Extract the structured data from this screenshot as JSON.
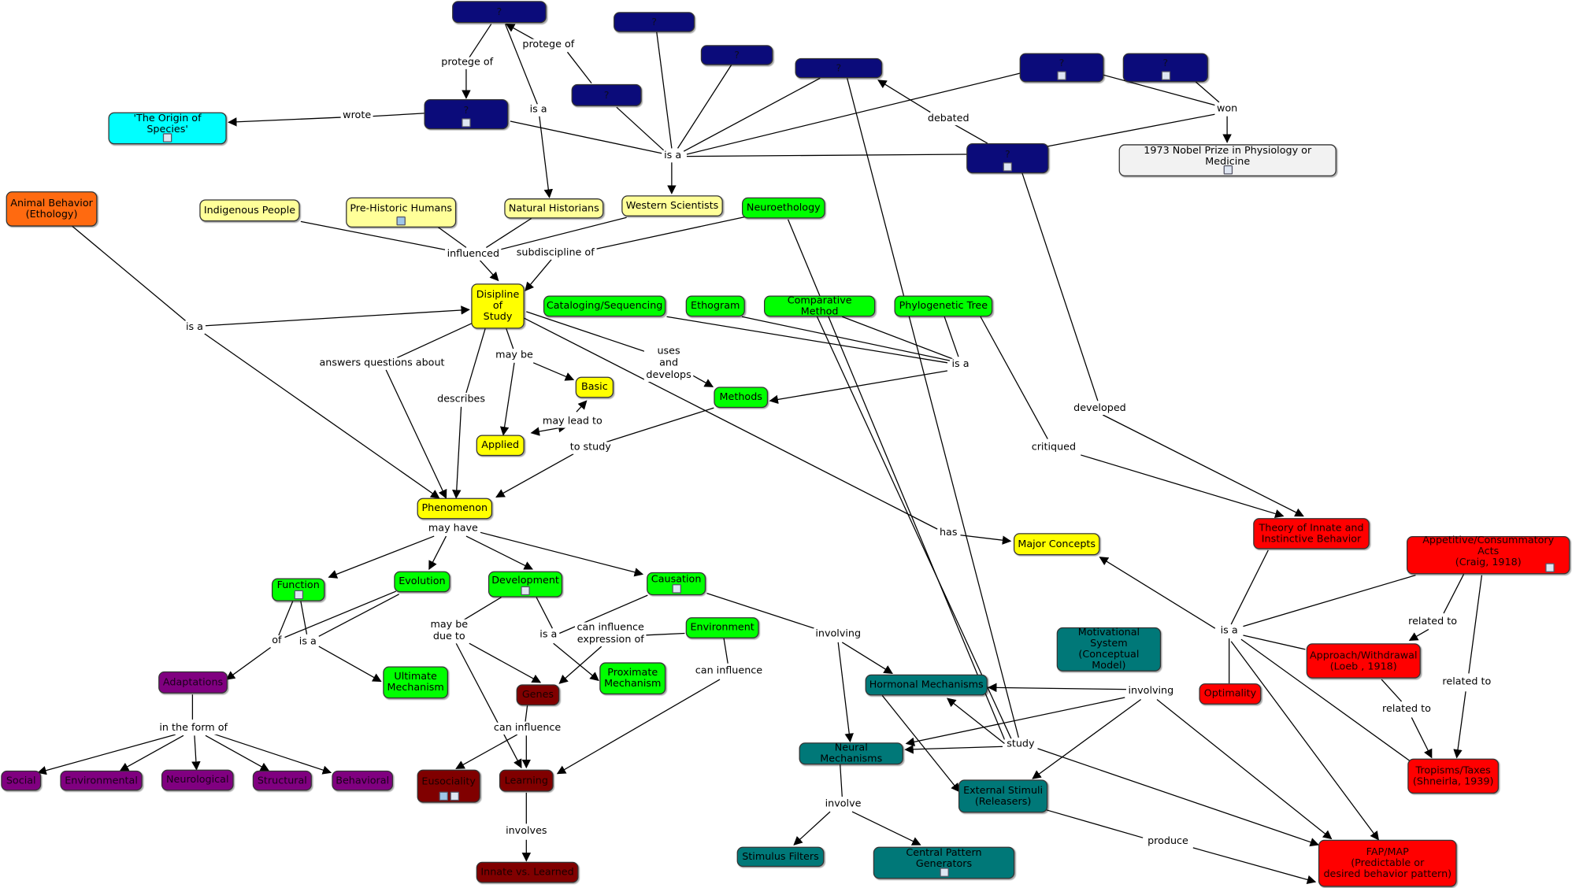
{
  "nodes": {
    "uk_scientist_top": {
      "text": "?",
      "color": "navy"
    },
    "darwin": {
      "text": "?",
      "color": "navy"
    },
    "origin": {
      "text": "'The Origin of Species'",
      "color": "cyan"
    },
    "navy_a": {
      "text": "?",
      "color": "navy"
    },
    "navy_b": {
      "text": "?",
      "color": "navy"
    },
    "navy_c": {
      "text": "?",
      "color": "navy"
    },
    "navy_d": {
      "text": "?",
      "color": "navy"
    },
    "navy_e": {
      "text": "?",
      "color": "navy"
    },
    "navy_f": {
      "text": "?",
      "color": "navy"
    },
    "navy_g": {
      "text": "?",
      "color": "navy"
    },
    "nobel": {
      "text": "1973 Nobel Prize in Physiology or Medicine",
      "color": "white"
    },
    "animal_behavior": {
      "text": "Animal Behavior\n(Ethology)",
      "color": "orange"
    },
    "indigenous": {
      "text": "Indigenous People",
      "color": "lyellow"
    },
    "prehistoric": {
      "text": "Pre-Historic Humans",
      "color": "lyellow"
    },
    "naturalists": {
      "text": "Natural Historians",
      "color": "lyellow"
    },
    "western": {
      "text": "Western Scientists",
      "color": "lyellow"
    },
    "neuroethology": {
      "text": "Neuroethology",
      "color": "green"
    },
    "discipline": {
      "text": "Disipline\nof\nStudy",
      "color": "yellow"
    },
    "cataloging": {
      "text": "Cataloging/Sequencing",
      "color": "green"
    },
    "ethogram": {
      "text": "Ethogram",
      "color": "green"
    },
    "comparative": {
      "text": "Comparative Method",
      "color": "green"
    },
    "phylo": {
      "text": "Phylogenetic Tree",
      "color": "green"
    },
    "basic": {
      "text": "Basic",
      "color": "yellow"
    },
    "methods": {
      "text": "Methods",
      "color": "green"
    },
    "applied": {
      "text": "Applied",
      "color": "yellow"
    },
    "phenomenon": {
      "text": "Phenomenon",
      "color": "yellow"
    },
    "major": {
      "text": "Major Concepts",
      "color": "yellow"
    },
    "theory": {
      "text": "Theory of Innate and\nInstinctive Behavior",
      "color": "red"
    },
    "appetitive": {
      "text": "Appetitive/Consummatory Acts\n(Craig, 1918)",
      "color": "red"
    },
    "function": {
      "text": "Function",
      "color": "green"
    },
    "evolution": {
      "text": "Evolution",
      "color": "green"
    },
    "development": {
      "text": "Development",
      "color": "green"
    },
    "causation": {
      "text": "Causation",
      "color": "green"
    },
    "environment": {
      "text": "Environment",
      "color": "green"
    },
    "motivational": {
      "text": "Motivational\nSystem\n(Conceptual Model)",
      "color": "teal"
    },
    "approach": {
      "text": "Approach/Withdrawal\n(Loeb , 1918)",
      "color": "red"
    },
    "adaptations": {
      "text": "Adaptations",
      "color": "purple"
    },
    "ultimate": {
      "text": "Ultimate\nMechanism",
      "color": "green"
    },
    "genes": {
      "text": "Genes",
      "color": "maroon"
    },
    "proximate": {
      "text": "Proximate\nMechanism",
      "color": "green"
    },
    "hormonal": {
      "text": "Hormonal Mechanisms",
      "color": "teal"
    },
    "optimality": {
      "text": "Optimality",
      "color": "red"
    },
    "neural": {
      "text": "Neural Mechanisms",
      "color": "teal"
    },
    "external": {
      "text": "External Stimuli\n(Releasers)",
      "color": "teal"
    },
    "tropisms": {
      "text": "Tropisms/Taxes\n(Shneirla, 1939)",
      "color": "red"
    },
    "social": {
      "text": "Social",
      "color": "purple"
    },
    "environmental": {
      "text": "Environmental",
      "color": "purple"
    },
    "neurological": {
      "text": "Neurological",
      "color": "purple"
    },
    "structural": {
      "text": "Structural",
      "color": "purple"
    },
    "behavioral": {
      "text": "Behavioral",
      "color": "purple"
    },
    "eusociality": {
      "text": "Eusociality",
      "color": "maroon"
    },
    "learning": {
      "text": "Learning",
      "color": "maroon"
    },
    "innate_learned": {
      "text": "Innate vs. Learned",
      "color": "maroon"
    },
    "stimulus": {
      "text": "Stimulus Filters",
      "color": "teal"
    },
    "cpg": {
      "text": "Central Pattern Generators",
      "color": "teal"
    },
    "fap": {
      "text": "FAP/MAP\n(Predictable or\ndesired behavior pattern)",
      "color": "red"
    }
  },
  "link_labels": {
    "protege_of_1": "protege of",
    "protege_of_2": "protege of",
    "wrote": "wrote",
    "is_a_hub": "is a",
    "is_a_natural": "is a",
    "debated": "debated",
    "won": "won",
    "influenced": "influenced",
    "subdiscipline_of": "subdiscipline of",
    "is_a_animal": "is a",
    "answers_questions": "answers questions about",
    "describes": "describes",
    "may_be": "may be",
    "uses_develops": "uses\nand\ndevelops",
    "is_a_methods": "is a",
    "may_lead_to": "may lead to",
    "to_study": "to study",
    "developed": "developed",
    "critiqued": "critiqued",
    "has": "has",
    "may_have": "may have",
    "is_a_concepts": "is a",
    "related_to_1": "related to",
    "related_to_2": "related to",
    "related_to_3": "related to",
    "of": "of",
    "is_a_function": "is a",
    "may_be_due_to": "may be\ndue to",
    "is_a_development": "is a",
    "can_influence_expression": "can influence\nexpression of",
    "involving_causation": "involving",
    "can_influence_env": "can influence",
    "involving_motivational": "involving",
    "in_the_form_of": "in the form of",
    "can_influence_genes": "can influence",
    "study": "study",
    "involves": "involves",
    "involve": "involve",
    "produce": "produce"
  }
}
